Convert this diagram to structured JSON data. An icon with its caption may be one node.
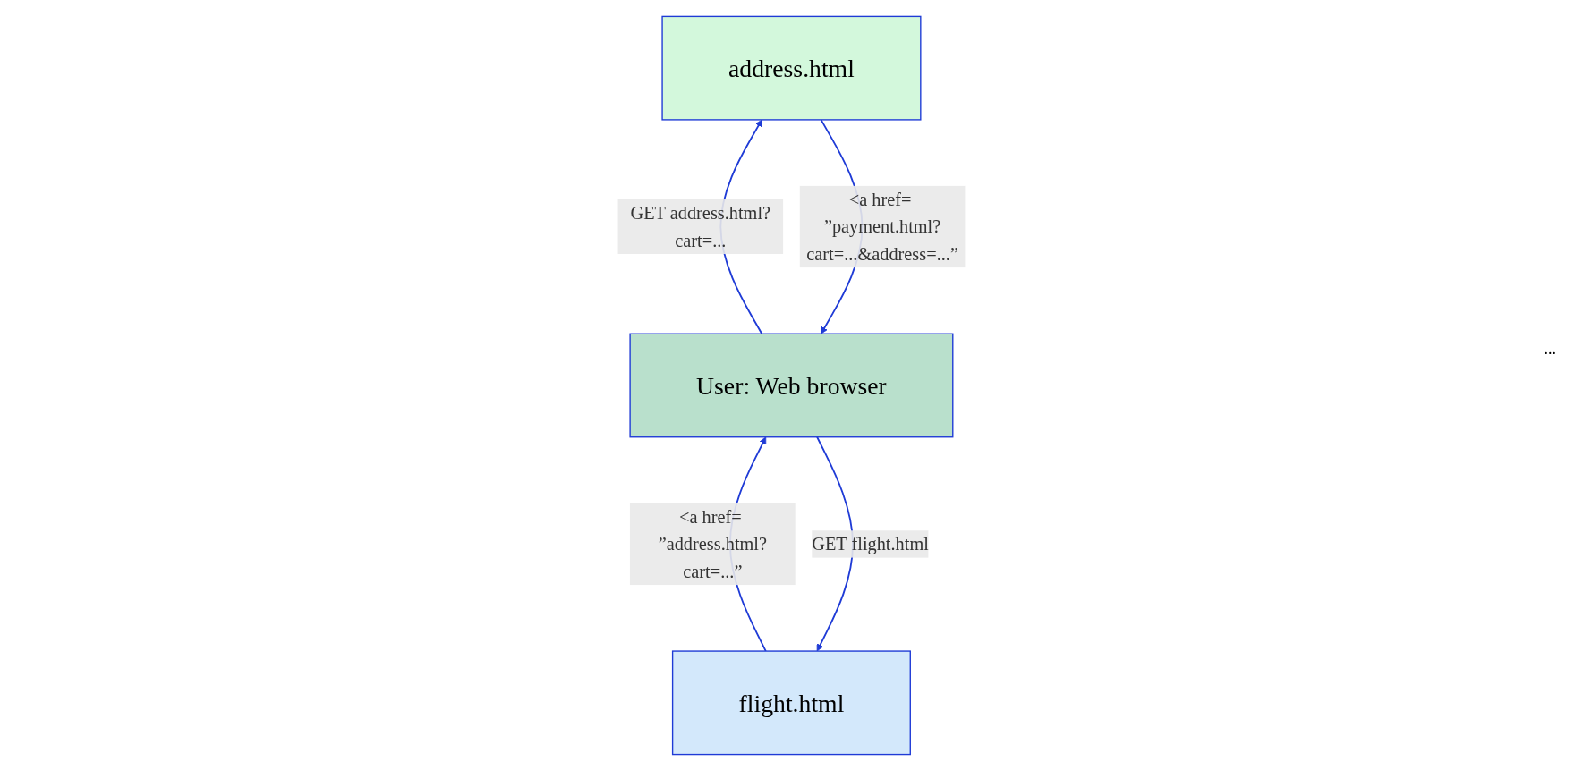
{
  "diagram": {
    "nodes": [
      {
        "text": [
          "flight.html"
        ]
      },
      {
        "text": [
          "address.html"
        ]
      },
      {
        "text": [
          "User: Web browser"
        ]
      }
    ],
    "edges": [
      {
        "from": 2,
        "to": 0,
        "arrow": "to",
        "label": "GET flight.html"
      },
      {
        "from": 0,
        "to": 2,
        "arrow": "to",
        "label": "<a href= ”address.html?cart=...”"
      },
      {
        "from": 2,
        "to": 1,
        "arrow": "to",
        "label": "GET address.html?cart=..."
      },
      {
        "from": 1,
        "to": 2,
        "arrow": "to",
        "label": "<a href= ”payment.html?cart=...&address=...”"
      }
    ],
    "labels": [
      "..."
    ]
  }
}
